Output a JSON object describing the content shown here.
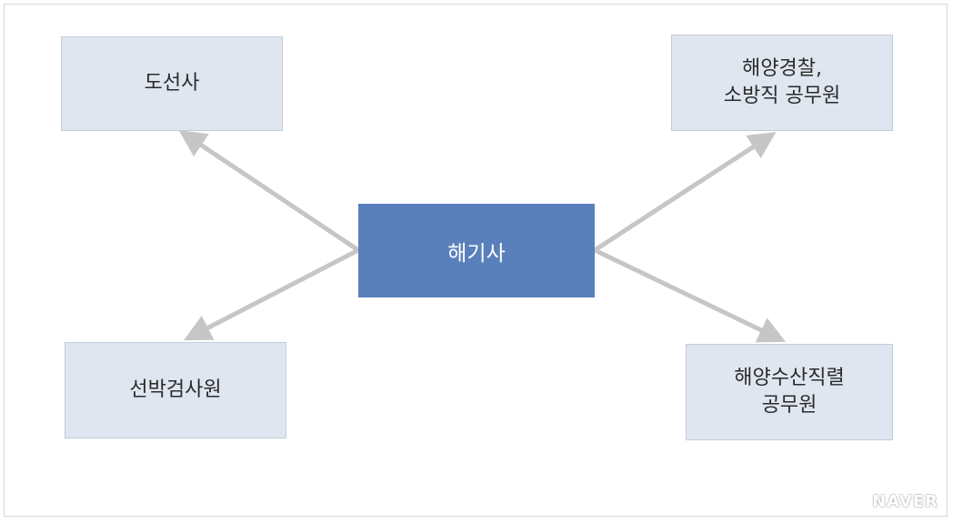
{
  "diagram": {
    "center": {
      "label": "해기사"
    },
    "nodes": {
      "dosunsa": {
        "lines": [
          "도선사"
        ]
      },
      "haegyeong": {
        "lines": [
          "해양경찰,",
          "소방직 공무원"
        ]
      },
      "seonbak": {
        "lines": [
          "선박검사원"
        ]
      },
      "suisan": {
        "lines": [
          "해양수산직렬",
          "공무원"
        ]
      }
    },
    "colors": {
      "center_fill": "#5a80bb",
      "node_fill": "#dfe6f0",
      "arrow": "#c6c6c6"
    }
  },
  "watermark": "NAVER"
}
